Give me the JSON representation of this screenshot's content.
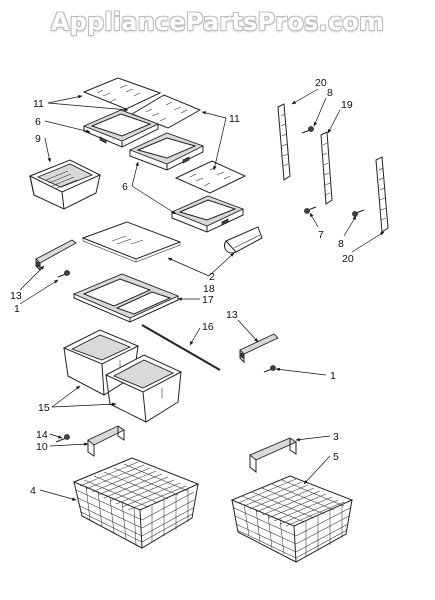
{
  "watermark": "AppliancePartsPros.com",
  "callouts": {
    "c11a": "11",
    "c6a": "6",
    "c9": "9",
    "c11b": "11",
    "c6b": "6",
    "c20a": "20",
    "c8a": "8",
    "c19": "19",
    "c7": "7",
    "c8b": "8",
    "c20b": "20",
    "c2": "2",
    "c18": "18",
    "c17": "17",
    "c16": "16",
    "c13a": "13",
    "c1a": "1",
    "c13b": "13",
    "c1b": "1",
    "c15": "15",
    "c14": "14",
    "c10": "10",
    "c4": "4",
    "c3": "3",
    "c5": "5"
  }
}
